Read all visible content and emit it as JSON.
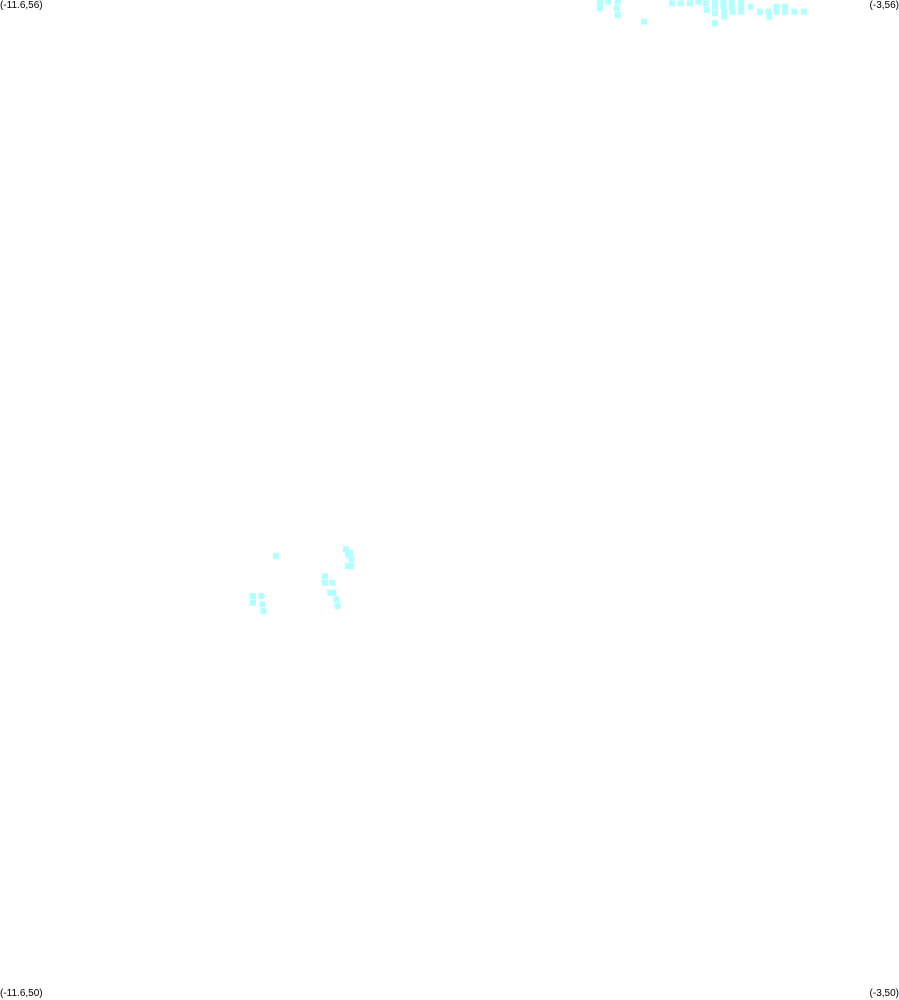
{
  "corners": {
    "top_left": "(-11.6,56)",
    "top_right": "(-3,56)",
    "bottom_left": "(-11.6,50)",
    "bottom_right": "(-3,50)"
  },
  "map_data": {
    "lon_range": [
      -11.6,
      -3
    ],
    "lat_range": [
      50,
      56
    ],
    "marker_color": "#b3ffff",
    "points": [
      [
        -5.86,
        55.99
      ],
      [
        -5.78,
        55.99
      ],
      [
        -5.69,
        55.99
      ],
      [
        -5.86,
        55.95
      ],
      [
        -5.7,
        55.95
      ],
      [
        -5.69,
        55.91
      ],
      [
        -5.44,
        55.87
      ],
      [
        -5.17,
        55.98
      ],
      [
        -5.09,
        55.98
      ],
      [
        -5.0,
        55.98
      ],
      [
        -4.92,
        55.99
      ],
      [
        -4.85,
        55.98
      ],
      [
        -4.84,
        55.94
      ],
      [
        -4.76,
        55.96
      ],
      [
        -4.76,
        55.99
      ],
      [
        -4.68,
        55.96
      ],
      [
        -4.68,
        55.99
      ],
      [
        -4.67,
        55.93
      ],
      [
        -4.6,
        55.96
      ],
      [
        -4.6,
        55.99
      ],
      [
        -4.59,
        55.93
      ],
      [
        -4.76,
        55.92
      ],
      [
        -4.76,
        55.86
      ],
      [
        -4.67,
        55.9
      ],
      [
        -4.51,
        55.99
      ],
      [
        -4.51,
        55.96
      ],
      [
        -4.51,
        55.93
      ],
      [
        -4.42,
        55.96
      ],
      [
        -4.33,
        55.93
      ],
      [
        -4.25,
        55.93
      ],
      [
        -4.24,
        55.9
      ],
      [
        -4.17,
        55.93
      ],
      [
        -4.17,
        55.96
      ],
      [
        -4.09,
        55.96
      ],
      [
        -4.09,
        55.93
      ],
      [
        -4.0,
        55.93
      ],
      [
        -3.91,
        55.93
      ],
      [
        -8.96,
        52.66
      ],
      [
        -8.29,
        52.7
      ],
      [
        -8.27,
        52.67
      ],
      [
        -8.25,
        52.68
      ],
      [
        -8.24,
        52.64
      ],
      [
        -8.24,
        52.6
      ],
      [
        -8.27,
        52.6
      ],
      [
        -8.49,
        52.54
      ],
      [
        -8.42,
        52.5
      ],
      [
        -8.49,
        52.5
      ],
      [
        -8.44,
        52.44
      ],
      [
        -8.41,
        52.44
      ],
      [
        -8.38,
        52.4
      ],
      [
        -8.37,
        52.36
      ],
      [
        -9.18,
        52.42
      ],
      [
        -9.1,
        52.42
      ],
      [
        -9.18,
        52.38
      ],
      [
        -9.09,
        52.37
      ],
      [
        -9.08,
        52.33
      ]
    ]
  }
}
